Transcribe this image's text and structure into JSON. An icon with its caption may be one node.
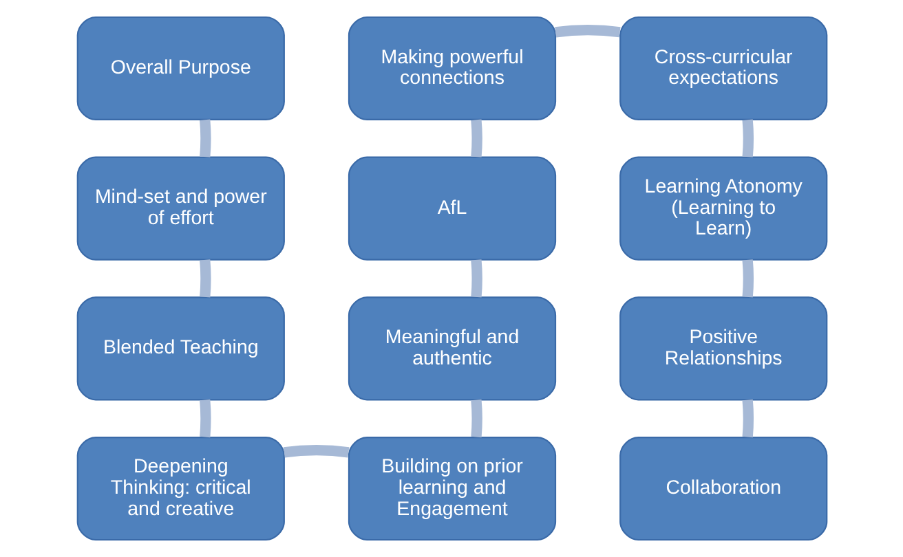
{
  "diagram": {
    "nodes": [
      {
        "text": [
          "Overall Purpose"
        ]
      },
      {
        "text": [
          "Making powerful connections"
        ]
      },
      {
        "text": [
          "Cross-curricular expectations"
        ]
      },
      {
        "text": [
          "Mind-set and power of effort"
        ]
      },
      {
        "text": [
          "AfL"
        ]
      },
      {
        "text": [
          "Learning Atonomy (Learning to Learn)"
        ]
      },
      {
        "text": [
          "Blended Teaching"
        ]
      },
      {
        "text": [
          "Meaningful and authentic"
        ]
      },
      {
        "text": [
          "Positive Relationships"
        ]
      },
      {
        "text": [
          "Deepening Thinking: critical and creative"
        ]
      },
      {
        "text": [
          "Building on prior learning and Engagement"
        ]
      },
      {
        "text": [
          "Collaboration"
        ]
      }
    ],
    "edges": [
      {
        "from": 0,
        "to": 3,
        "arrow": "none"
      },
      {
        "from": 3,
        "to": 6,
        "arrow": "none"
      },
      {
        "from": 6,
        "to": 9,
        "arrow": "none"
      },
      {
        "from": 9,
        "to": 10,
        "arrow": "none"
      },
      {
        "from": 10,
        "to": 7,
        "arrow": "none"
      },
      {
        "from": 7,
        "to": 4,
        "arrow": "none"
      },
      {
        "from": 4,
        "to": 1,
        "arrow": "none"
      },
      {
        "from": 1,
        "to": 2,
        "arrow": "none"
      },
      {
        "from": 2,
        "to": 5,
        "arrow": "none"
      },
      {
        "from": 5,
        "to": 8,
        "arrow": "none"
      },
      {
        "from": 8,
        "to": 11,
        "arrow": "none"
      }
    ]
  }
}
